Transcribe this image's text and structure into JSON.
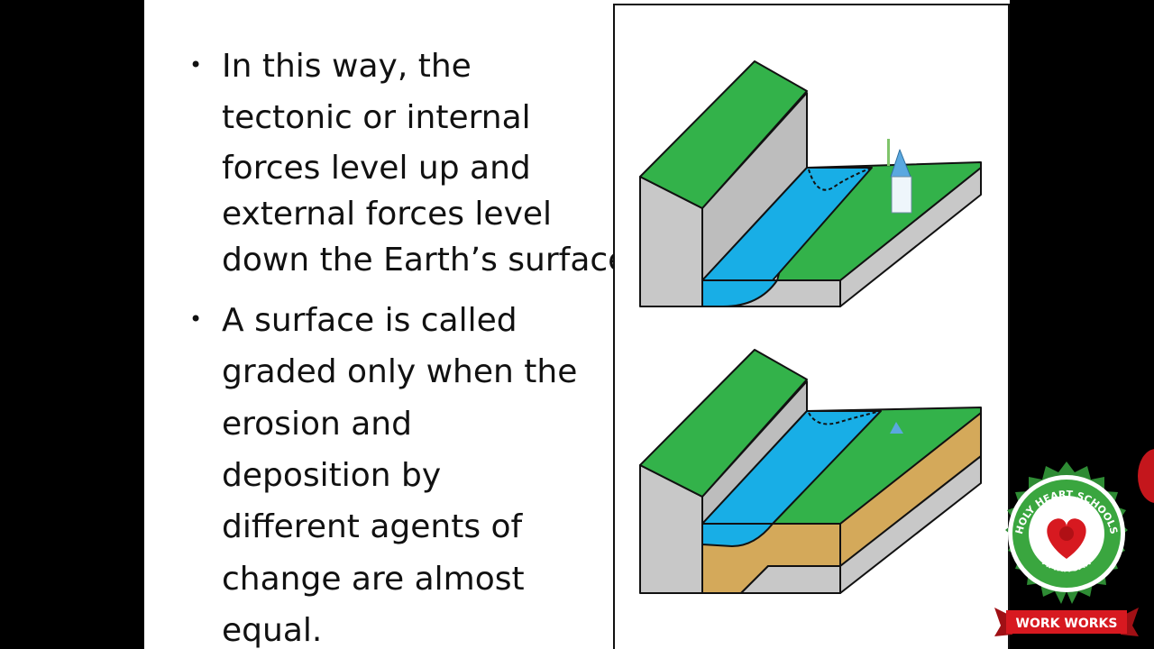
{
  "bullets": [
    {
      "marker": "•",
      "lines": [
        "In this way, the",
        "tectonic or internal",
        "forces level up and",
        "external forces level",
        "down the Earth’s surface"
      ]
    },
    {
      "marker": "•",
      "lines": [
        "A surface is called",
        "graded only when the",
        "erosion and",
        "deposition by",
        "different agents of",
        "change are almost",
        "equal."
      ]
    }
  ],
  "logo": {
    "arc_text": "HOLY HEART SCHOOLS",
    "bottom_text": "AMRITSAR",
    "ribbon": "WORK WORKS"
  },
  "colors": {
    "grass": "#33b24a",
    "cliff": "#c8c8c8",
    "water": "#18aee6",
    "sediment": "#d4a95a",
    "ribbon": "#d71920"
  }
}
